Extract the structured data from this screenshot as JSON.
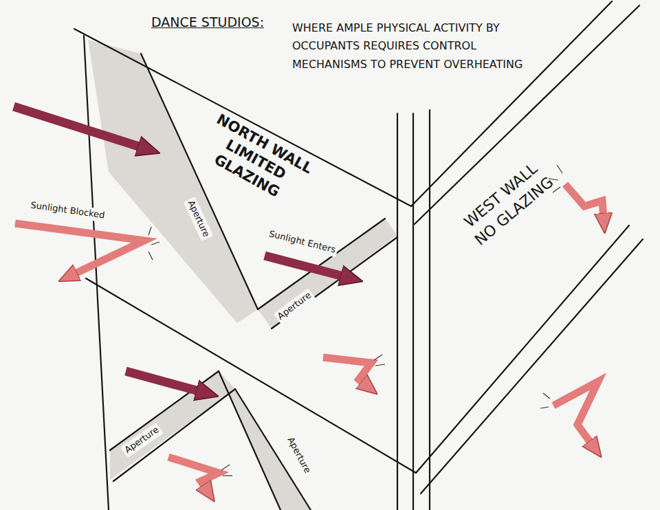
{
  "diagram": {
    "title": "DANCE STUDIOS:",
    "labels": [
      "WHERE AMPLE PHYSICAL ACTIVITY BY OCCUPANTS REQUIRES CONTROL MECHANISMS TO PREVENT OVERHEATING",
      "NORTH WALL LIMITED GLAZING",
      "WEST WALL NO GLAZING",
      "Sunlight Blocked",
      "Aperture",
      "Sunlight Enters",
      "Aperture",
      "Aperture",
      "Aperture"
    ]
  }
}
